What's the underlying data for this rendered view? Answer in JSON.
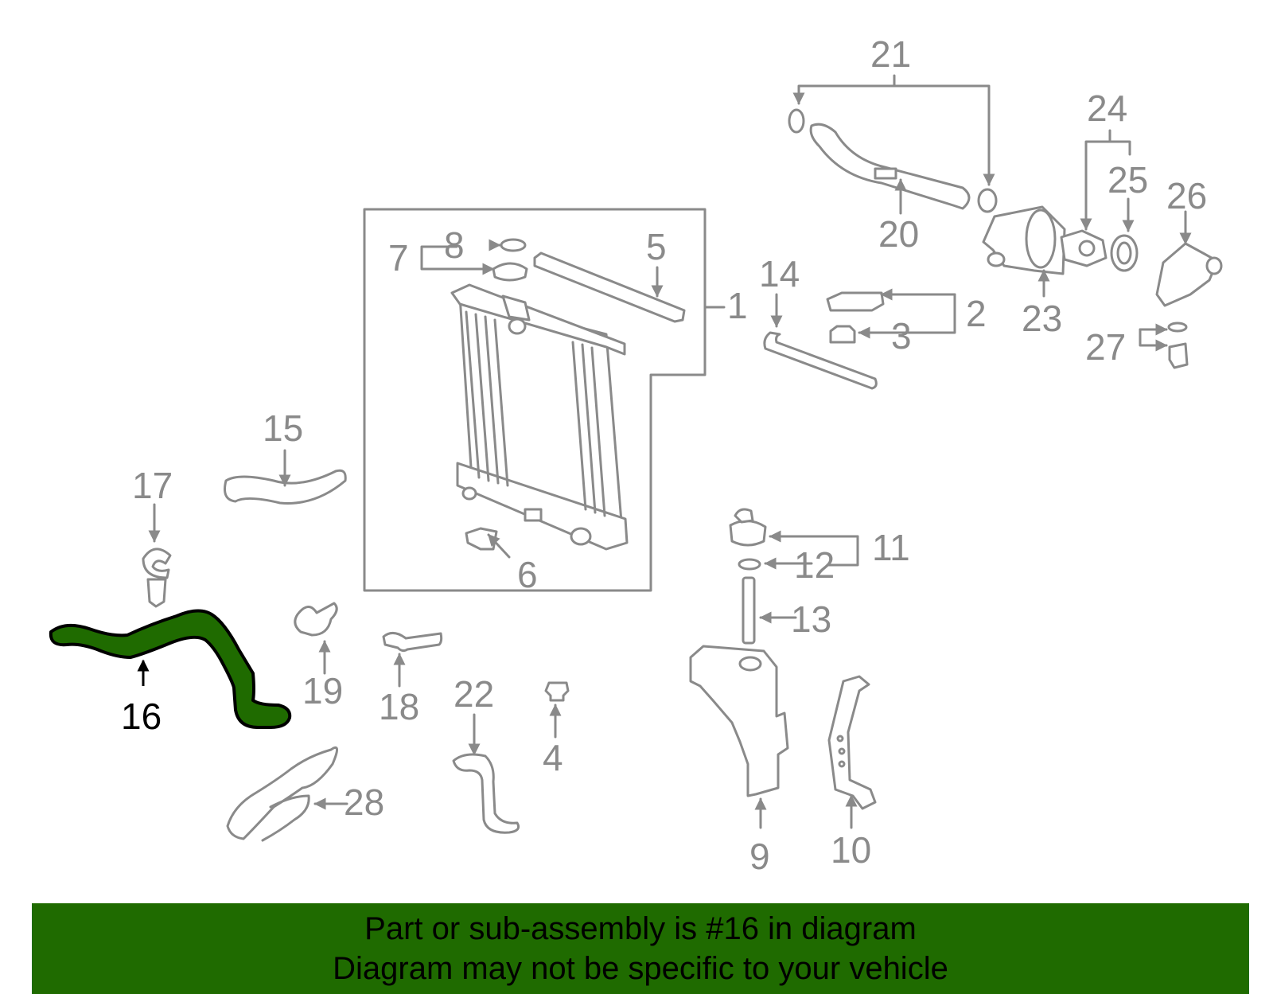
{
  "diagram": {
    "highlighted_part": "16",
    "callouts": [
      "1",
      "2",
      "3",
      "4",
      "5",
      "6",
      "7",
      "8",
      "9",
      "10",
      "11",
      "12",
      "13",
      "14",
      "15",
      "16",
      "17",
      "18",
      "19",
      "20",
      "21",
      "22",
      "23",
      "24",
      "25",
      "26",
      "27",
      "28"
    ]
  },
  "banner": {
    "line1": "Part or sub-assembly is #16 in diagram",
    "line2": "Diagram may not be specific to your vehicle"
  },
  "colors": {
    "highlight": "#1f6b00",
    "banner_bg": "#1f6b00",
    "drawing": "#8a8a8a"
  }
}
